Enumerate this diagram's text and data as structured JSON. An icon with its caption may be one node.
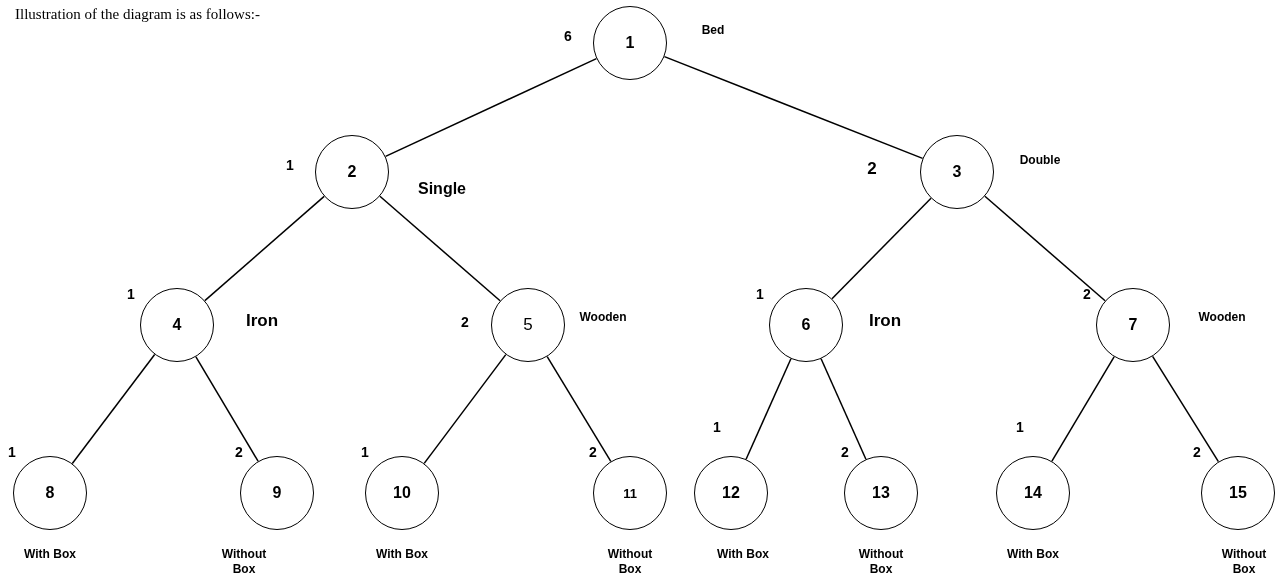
{
  "diagram": {
    "nodes": [
      {
        "text": [
          "1"
        ],
        "beside": [
          "6",
          "Bed"
        ]
      },
      {
        "text": [
          "2"
        ],
        "beside": [
          "1",
          "Single"
        ]
      },
      {
        "text": [
          "3"
        ],
        "beside": [
          "2",
          "Double"
        ]
      },
      {
        "text": [
          "4"
        ],
        "beside": [
          "1",
          "Iron"
        ]
      },
      {
        "text": [
          "5"
        ],
        "beside": [
          "2",
          "Wooden"
        ]
      },
      {
        "text": [
          "6"
        ],
        "beside": [
          "1",
          "Iron"
        ]
      },
      {
        "text": [
          "7"
        ],
        "beside": [
          "2",
          "Wooden"
        ]
      },
      {
        "text": [
          "8"
        ],
        "beside": [
          "1",
          "With Box"
        ]
      },
      {
        "text": [
          "9"
        ],
        "beside": [
          "2",
          "Without Box"
        ]
      },
      {
        "text": [
          "10"
        ],
        "beside": [
          "1",
          "With Box"
        ]
      },
      {
        "text": [
          "11"
        ],
        "beside": [
          "2",
          "Without Box"
        ]
      },
      {
        "text": [
          "12"
        ],
        "beside": [
          "1",
          "With Box"
        ]
      },
      {
        "text": [
          "13"
        ],
        "beside": [
          "2",
          "Without Box"
        ]
      },
      {
        "text": [
          "14"
        ],
        "beside": [
          "1",
          "With Box"
        ]
      },
      {
        "text": [
          "15"
        ],
        "beside": [
          "2",
          "Without Box"
        ]
      }
    ],
    "edges": [
      {
        "from": 0,
        "to": 1,
        "arrow": "none"
      },
      {
        "from": 0,
        "to": 2,
        "arrow": "none"
      },
      {
        "from": 1,
        "to": 3,
        "arrow": "none"
      },
      {
        "from": 1,
        "to": 4,
        "arrow": "none"
      },
      {
        "from": 2,
        "to": 5,
        "arrow": "none"
      },
      {
        "from": 2,
        "to": 6,
        "arrow": "none"
      },
      {
        "from": 3,
        "to": 7,
        "arrow": "none"
      },
      {
        "from": 3,
        "to": 8,
        "arrow": "none"
      },
      {
        "from": 4,
        "to": 9,
        "arrow": "none"
      },
      {
        "from": 4,
        "to": 10,
        "arrow": "none"
      },
      {
        "from": 5,
        "to": 11,
        "arrow": "none"
      },
      {
        "from": 5,
        "to": 12,
        "arrow": "none"
      },
      {
        "from": 6,
        "to": 13,
        "arrow": "none"
      },
      {
        "from": 6,
        "to": 14,
        "arrow": "none"
      }
    ],
    "labels": [
      "Illustration of the diagram is as follows:-"
    ]
  }
}
